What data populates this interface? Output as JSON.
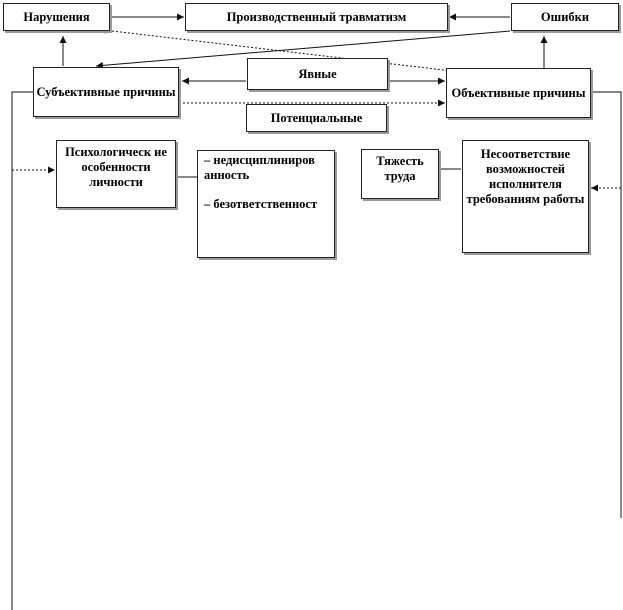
{
  "nodes": {
    "violations": "Нарушения",
    "injury": "Производственный травматизм",
    "errors": "Ошибки",
    "subjective": "Субъективные причины",
    "explicit": "Явные",
    "objective": "Объективные причины",
    "potential": "Потенциальные",
    "psych": "Психологическ ие особенности личности",
    "list_item_1": "– недисциплиниров анность",
    "list_item_2": "– безответственност",
    "labor": "Тяжесть труда",
    "mismatch": "Несоответствие возможностей исполнителя требованиям работы"
  },
  "colors": {
    "border": "#222222",
    "shadow": "#9a9a9a",
    "line": "#111111"
  }
}
